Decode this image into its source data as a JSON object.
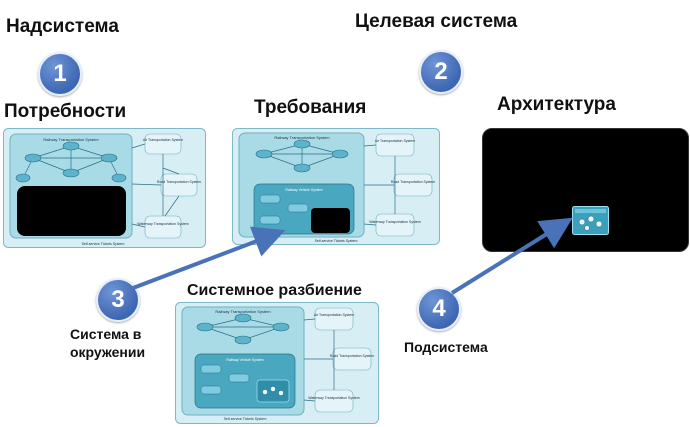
{
  "labels": {
    "supersystem": "Надсистема",
    "target_system": "Целевая система",
    "needs": "Потребности",
    "requirements": "Требования",
    "architecture": "Архитектура",
    "decomposition": "Системное разбиение",
    "system_in_env_line1": "Система в",
    "system_in_env_line2": "окружении",
    "subsystem": "Подсистема"
  },
  "badges": {
    "b1": "1",
    "b2": "2",
    "b3": "3",
    "b4": "4"
  },
  "diagram_text": {
    "railway": "Railway Transportation System",
    "air": "Air Transportation System",
    "road": "Road Transportation System",
    "waterway": "Waterway Transportation System",
    "railway_vehicle": "Railway Vehicle System",
    "environment": "Self-service Tickets System"
  },
  "colors": {
    "panel_bg": "#d7eef4",
    "panel_border": "#7fb8c9",
    "inner_bg": "#9fd6e3",
    "node": "#5bb4cc",
    "arrow": "#4a72b8",
    "badge": "#4672c4"
  }
}
